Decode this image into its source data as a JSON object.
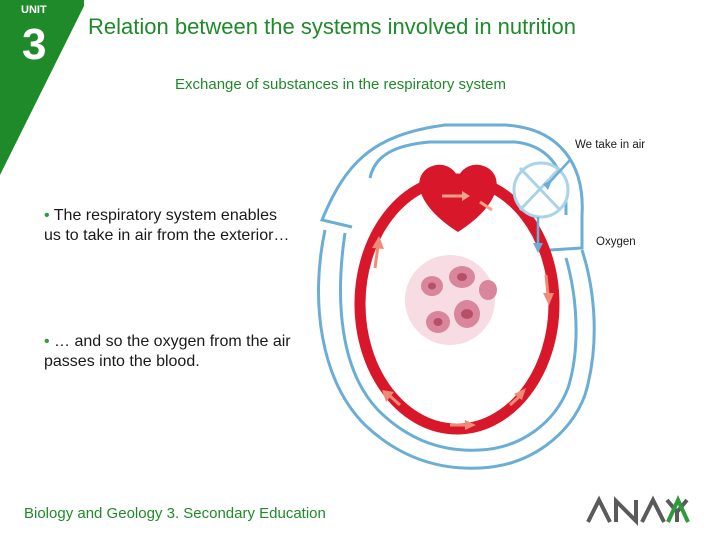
{
  "header": {
    "unit_label": "UNIT",
    "unit_number": "3",
    "title": "Relation between the systems involved in nutrition",
    "subtitle": "Exchange of substances in the respiratory system"
  },
  "diagram": {
    "label_air": "We take in air",
    "label_oxygen": "Oxygen"
  },
  "bullets": [
    "The respiratory system enables us to take in air from the exterior…",
    "… and so the oxygen from the air passes into the blood."
  ],
  "footer": {
    "text": "Biology and Geology 3. Secondary Education",
    "logo": "ANAYA"
  },
  "colors": {
    "green": "#1f8a2a",
    "red": "#d8182a",
    "blue": "#6aaed6"
  }
}
